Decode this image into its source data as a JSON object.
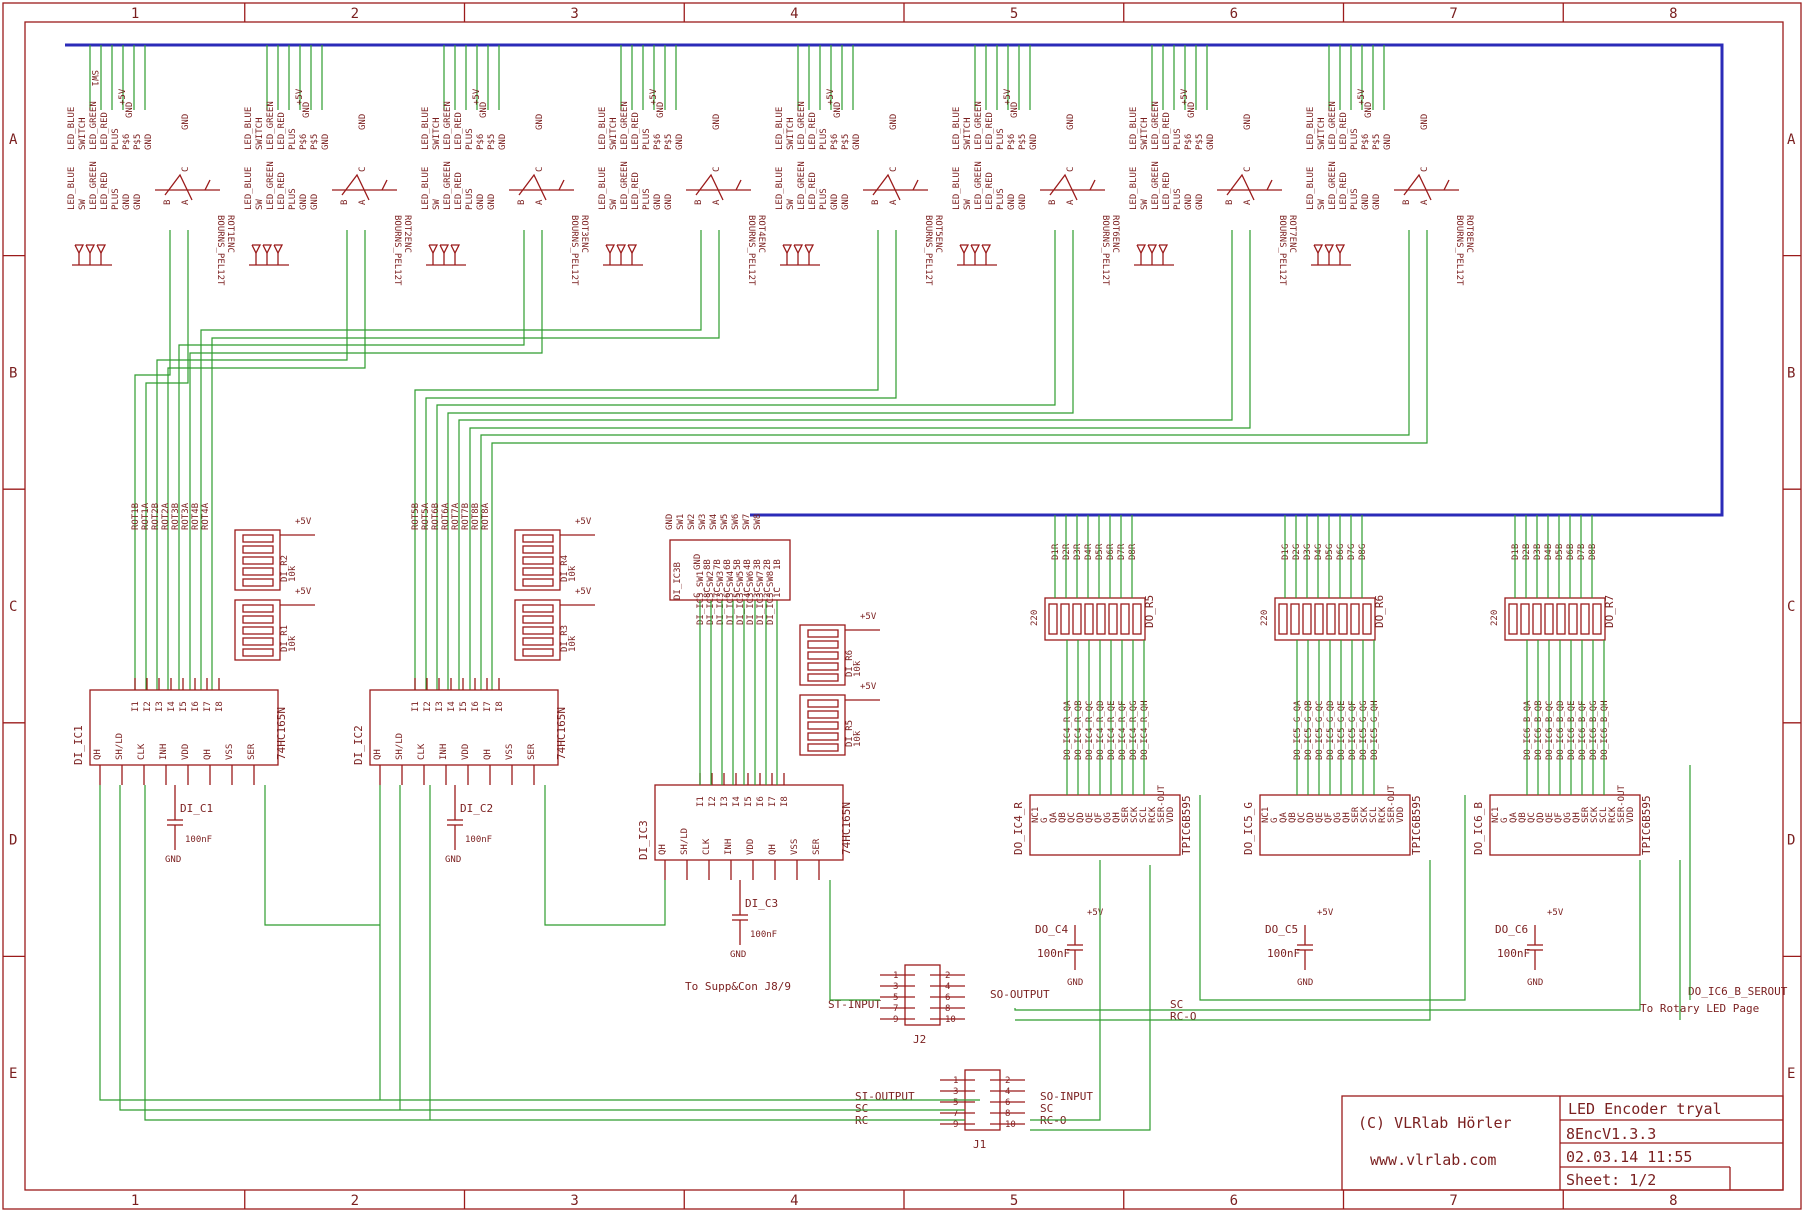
{
  "frame": {
    "columns": [
      "1",
      "2",
      "3",
      "4",
      "5",
      "6",
      "7",
      "8"
    ],
    "rows": [
      "A",
      "B",
      "C",
      "D",
      "E"
    ]
  },
  "bus_label": "SW1",
  "encoders": [
    {
      "name": "ROT1ENC",
      "value": "BOURNS_PEL12T"
    },
    {
      "name": "ROT2ENC",
      "value": "BOURNS_PEL12T"
    },
    {
      "name": "ROT3ENC",
      "value": "BOURNS_PEL12T"
    },
    {
      "name": "ROT4ENC",
      "value": "BOURNS_PEL12T"
    },
    {
      "name": "ROT5ENC",
      "value": "BOURNS_PEL12T"
    },
    {
      "name": "ROT6ENC",
      "value": "BOURNS_PEL12T"
    },
    {
      "name": "ROT7ENC",
      "value": "BOURNS_PEL12T"
    },
    {
      "name": "ROT8ENC",
      "value": "BOURNS_PEL12T"
    }
  ],
  "encoder_pins": [
    "LED_BLUE",
    "SWITCH",
    "LED_GREEN",
    "LED_RED",
    "PLUS",
    "P$6",
    "P$5",
    "GND"
  ],
  "encoder_pins_inner": [
    "LED_BLUE",
    "SW",
    "LED_GREEN",
    "LED_RED",
    "PLUS",
    "GND",
    "GND"
  ],
  "encoder_contacts": [
    "B",
    "A",
    "C",
    "GND"
  ],
  "supply": {
    "vcc": "+5V",
    "gnd": "GND"
  },
  "shift_in": [
    {
      "name": "DI_IC1",
      "type": "74HC165N",
      "pins": [
        "QH",
        "SH/LD",
        "CLK",
        "INH",
        "VDD",
        "QH",
        "VSS",
        "SER"
      ],
      "inputs": [
        "I1",
        "I2",
        "I3",
        "I4",
        "I5",
        "I6",
        "I7",
        "I8"
      ],
      "nets": [
        "ROT1B",
        "ROT1A",
        "ROT2B",
        "ROT2A",
        "ROT3B",
        "ROT3A",
        "ROT4B",
        "ROT4A"
      ],
      "cap": "DI_C1",
      "cap_value": "100nF",
      "resistors": [
        {
          "name": "DI_R2",
          "value": "10k"
        },
        {
          "name": "DI_R1",
          "value": "10k"
        }
      ]
    },
    {
      "name": "DI_IC2",
      "type": "74HC165N",
      "pins": [
        "QH",
        "SH/LD",
        "CLK",
        "INH",
        "VDD",
        "QH",
        "VSS",
        "SER"
      ],
      "inputs": [
        "I1",
        "I2",
        "I3",
        "I4",
        "I5",
        "I6",
        "I7",
        "I8"
      ],
      "nets": [
        "ROT5B",
        "ROT5A",
        "ROT6B",
        "ROT6A",
        "ROT7A",
        "ROT7B",
        "ROT8B",
        "ROT8A"
      ],
      "cap": "DI_C2",
      "cap_value": "100nF",
      "resistors": [
        {
          "name": "DI_R4",
          "value": "10k"
        },
        {
          "name": "DI_R3",
          "value": "10k"
        }
      ]
    },
    {
      "name": "DI_IC3",
      "type": "74HC165N",
      "pins": [
        "QH",
        "SH/LD",
        "CLK",
        "INH",
        "VDD",
        "QH",
        "VSS",
        "SER"
      ],
      "inputs": [
        "I1",
        "I2",
        "I3",
        "I4",
        "I5",
        "I6",
        "I7",
        "I8"
      ],
      "nets": [
        "DI_IC3_SW1",
        "DI_IC3_SW2",
        "DI_IC3_SW3",
        "DI_IC3_SW4",
        "DI_IC3_SW5",
        "DI_IC3_SW6",
        "DI_IC3_SW7",
        "DI_IC3_SW8"
      ],
      "cap": "DI_C3",
      "cap_value": "100nF",
      "resistors": [
        {
          "name": "DI_R6",
          "value": "10k"
        },
        {
          "name": "DI_R5",
          "value": "10k"
        }
      ]
    }
  ],
  "connector_ic3b": {
    "name": "DI_IC3B",
    "top_nets": [
      "GND",
      "SW1",
      "SW2",
      "SW3",
      "SW4",
      "SW5",
      "SW6",
      "SW7",
      "SW8"
    ],
    "pins": [
      "C",
      "8C",
      "7C",
      "6C",
      "5C",
      "4C",
      "3C",
      "2C",
      "1C"
    ],
    "pins2": [
      "GND",
      "8B",
      "7B",
      "6B",
      "5B",
      "4B",
      "3B",
      "2B",
      "1B"
    ]
  },
  "shift_out": [
    {
      "name": "DO_IC4_R",
      "type": "TPIC6B595",
      "color": "R",
      "resistor": "DO_R5",
      "res_value": "220",
      "cap": "DO_C4",
      "cap_value": "100nF",
      "nets": [
        "D1R",
        "D2R",
        "D3R",
        "D4R",
        "D5R",
        "D6R",
        "D7R",
        "D8R"
      ],
      "outs": [
        "DO_IC4_R_QA",
        "DO_IC4_R_QB",
        "DO_IC4_R_QC",
        "DO_IC4_R_QD",
        "DO_IC4_R_QE",
        "DO_IC4_R_QF",
        "DO_IC4_R_QG",
        "DO_IC4_R_QH"
      ]
    },
    {
      "name": "DO_IC5_G",
      "type": "TPIC6B595",
      "color": "G",
      "resistor": "DO_R6",
      "res_value": "220",
      "cap": "DO_C5",
      "cap_value": "100nF",
      "nets": [
        "D1G",
        "D2G",
        "D3G",
        "D4G",
        "D5G",
        "D6G",
        "D7G",
        "D8G"
      ],
      "outs": [
        "DO_IC5_G_QA",
        "DO_IC5_G_QB",
        "DO_IC5_G_QC",
        "DO_IC5_G_QD",
        "DO_IC5_G_QE",
        "DO_IC5_G_QF",
        "DO_IC5_G_QG",
        "DO_IC5_G_QH"
      ]
    },
    {
      "name": "DO_IC6_B",
      "type": "TPIC6B595",
      "color": "B",
      "resistor": "DO_R7",
      "res_value": "220",
      "cap": "DO_C6",
      "cap_value": "100nF",
      "nets": [
        "D1B",
        "D2B",
        "D3B",
        "D4B",
        "D5B",
        "D6B",
        "D7B",
        "D8B"
      ],
      "outs": [
        "DO_IC6_B_QA",
        "DO_IC6_B_QB",
        "DO_IC6_B_QC",
        "DO_IC6_B_QD",
        "DO_IC6_B_QE",
        "DO_IC6_B_QF",
        "DO_IC6_B_QG",
        "DO_IC6_B_QH"
      ]
    }
  ],
  "tpic_pins": [
    "NC1",
    "G",
    "QA",
    "QB",
    "QC",
    "QD",
    "QE",
    "QF",
    "QG",
    "QH",
    "SER",
    "SCK",
    "SCL",
    "RCK",
    "SER-OUT",
    "VDD"
  ],
  "net_labels": {
    "so_input": "SO-INPUT",
    "si_output": "SI-OUTPUT",
    "st_input": "ST-INPUT",
    "sc": "SC",
    "rc": "RC",
    "rc_o": "RC-O",
    "so_output": "SO-OUTPUT",
    "serout": "DO_IC6_B_SEROUT",
    "to_rotary": "To Rotary LED Page",
    "to_supp": "To Supp&Con J8/9",
    "pwr": "+5V",
    "gnd": "GND"
  },
  "connectors": [
    {
      "name": "J2",
      "pins_left": [
        "1",
        "3",
        "5",
        "7",
        "9"
      ],
      "pins_right": [
        "2",
        "4",
        "6",
        "8",
        "10"
      ]
    },
    {
      "name": "J1",
      "pins_left": [
        "1",
        "3",
        "5",
        "7",
        "9"
      ],
      "pins_right": [
        "2",
        "4",
        "6",
        "8",
        "10"
      ]
    }
  ],
  "title_block": {
    "copyright": "(C) VLRlab Hörler",
    "url": "www.vlrlab.com",
    "title": "LED Encoder tryal",
    "version": "8EncV1.3.3",
    "date": "02.03.14 11:55",
    "sheet": "Sheet: 1/2"
  },
  "colors": {
    "part": "#9b1b1b",
    "wire": "#2e9c2e",
    "bus": "#2b2bb8",
    "text": "#7a1f1f",
    "background": "#ffffff"
  }
}
